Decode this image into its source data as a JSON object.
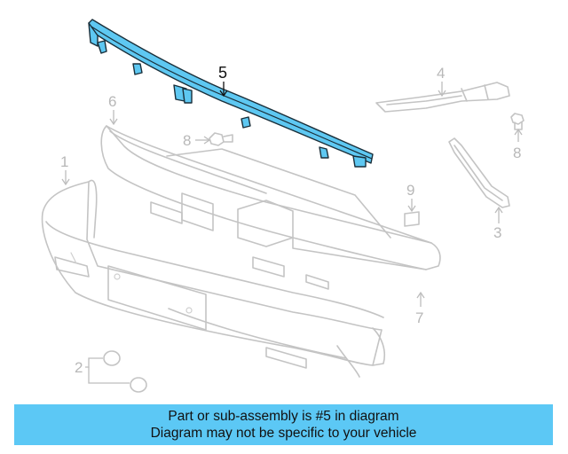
{
  "diagram": {
    "callouts": [
      "1",
      "2",
      "3",
      "4",
      "5",
      "6",
      "7",
      "8",
      "8",
      "9"
    ],
    "highlighted_callout": "5",
    "highlight_color": "#5ec8f2",
    "ghost_color": "#c4c4c4"
  },
  "banner": {
    "line1": "Part or sub-assembly is #5 in diagram",
    "line2": "Diagram may not be specific to your vehicle",
    "background": "#5cc8f5"
  }
}
